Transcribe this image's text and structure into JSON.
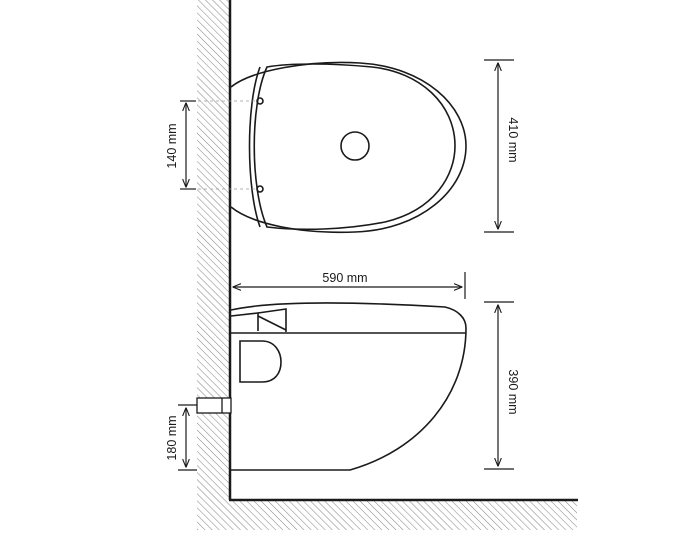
{
  "dimensions": {
    "fixing_holes_spacing": "140 mm",
    "bowl_width": "410 mm",
    "bowl_length": "590 mm",
    "bowl_height": "390 mm",
    "drain_height": "180 mm"
  },
  "colors": {
    "line": "#1a1a1a",
    "hatch": "#8a8a8a",
    "guide": "#9a9a9a"
  }
}
